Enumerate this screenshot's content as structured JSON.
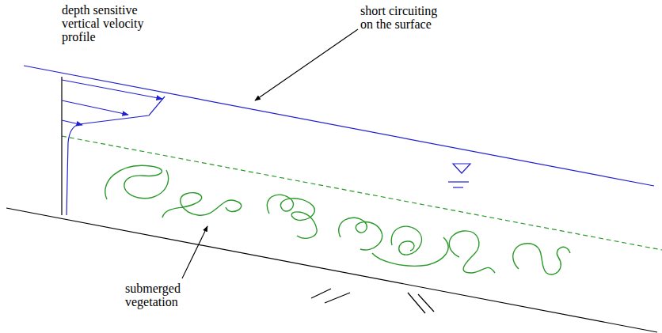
{
  "diagram": {
    "labels": [
      "depth sensitive vertical velocity profile",
      "short circuiting on the surface",
      "submerged vegetation"
    ]
  }
}
